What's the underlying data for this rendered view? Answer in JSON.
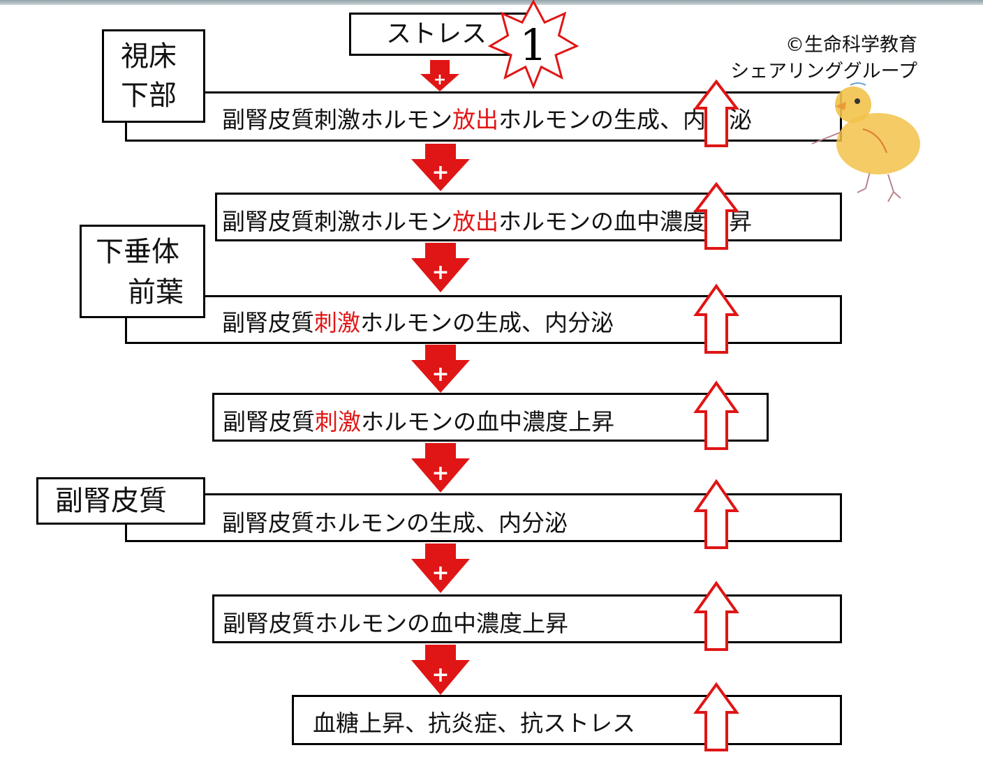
{
  "copyright": {
    "line1": "©生命科学教育",
    "line2": "シェアリンググループ"
  },
  "start": {
    "label": "ストレス",
    "badge": "1"
  },
  "regions": {
    "hypothalamus": {
      "line1": "視床",
      "line2": "下部"
    },
    "anterior_pituitary": {
      "line1": "下垂体",
      "line2": "前葉"
    },
    "adrenal_cortex": {
      "line1": "副腎皮質"
    }
  },
  "steps": [
    {
      "pre": "副腎皮質刺激ホルモン",
      "red": "放出",
      "post": "ホルモンの生成、内分泌"
    },
    {
      "pre": "副腎皮質刺激ホルモン",
      "red": "放出",
      "post": "ホルモンの血中濃度上昇"
    },
    {
      "pre": "副腎皮質",
      "red": "刺激",
      "post": "ホルモンの生成、内分泌"
    },
    {
      "pre": "副腎皮質",
      "red": "刺激",
      "post": "ホルモンの血中濃度上昇"
    },
    {
      "pre": "副腎皮質ホルモンの生成、内分泌",
      "red": "",
      "post": ""
    },
    {
      "pre": "副腎皮質ホルモンの血中濃度上昇",
      "red": "",
      "post": ""
    },
    {
      "pre": "血糖上昇、抗炎症、抗ストレス",
      "red": "",
      "post": ""
    }
  ],
  "arrow_sign": "+",
  "colors": {
    "accent": "#e01515",
    "border": "#000000",
    "chick": "#f2c24a"
  }
}
